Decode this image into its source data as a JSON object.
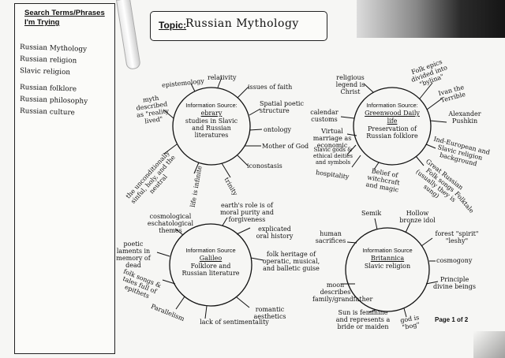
{
  "sidebar": {
    "heading": "Search Terms/Phrases I'm Trying",
    "terms": [
      "Russian Mythology",
      "Russian religion",
      "Slavic religion",
      "Russian folklore",
      "Russian philosophy",
      "Russian culture"
    ]
  },
  "topic": {
    "label": "Topic:",
    "value": "Russian Mythology"
  },
  "sources": [
    {
      "heading": "Information Source:",
      "name": "ebrary",
      "description": "studies in Slavic and Russian literatures",
      "labels": [
        "relativity",
        "epistemology",
        "issues of faith",
        "Spatial poetic structure",
        "myth described as \"reality lived\"",
        "ontology",
        "Mother of God",
        "iconostasis",
        "trinity",
        "life is infinite",
        "the unconditionally sinful, holy, and the neutral"
      ]
    },
    {
      "heading": "Information Source:",
      "name": "Greenwood Daily life",
      "description": "Preservation of Russian folklore",
      "labels": [
        "religious legend is Christ",
        "Folk epics divided into \"bylina\"",
        "Ivan the Terrible",
        "calendar customs",
        "Alexander Pushkin",
        "Virtual marriage as economic",
        "Slavic gods & ethical deities and symbols",
        "Ind-European and Slavic religion background",
        "Belief of witchcraft and magic",
        "hospitality",
        "Great Russian Folk songs (usually they is sung)",
        "Folktale"
      ]
    },
    {
      "heading": "Information Source",
      "name": "Galileo",
      "description": "Folklore and Russian literature",
      "labels": [
        "earth's role is of moral purity and forgiveness",
        "cosmological eschatological themes",
        "explicated oral history",
        "poetic laments in memory of dead",
        "folk heritage of operatic, musical, and balletic guise",
        "folk songs & tales full of epithets",
        "Parallelism",
        "lack of sentimentality",
        "romantic aesthetics"
      ]
    },
    {
      "heading": "Information Source",
      "name": "Britannica",
      "description": "Slavic religion",
      "labels": [
        "Semik",
        "Hollow bronze idol",
        "human sacrifices",
        "forest \"spirit\" \"leshy\"",
        "cosmogony",
        "Principle divine beings",
        "moon describes family/grandfather",
        "Sun is feminine and represents a bride or maiden",
        "god is \"bog\""
      ]
    }
  ],
  "page_number": "Page 1 of 2"
}
